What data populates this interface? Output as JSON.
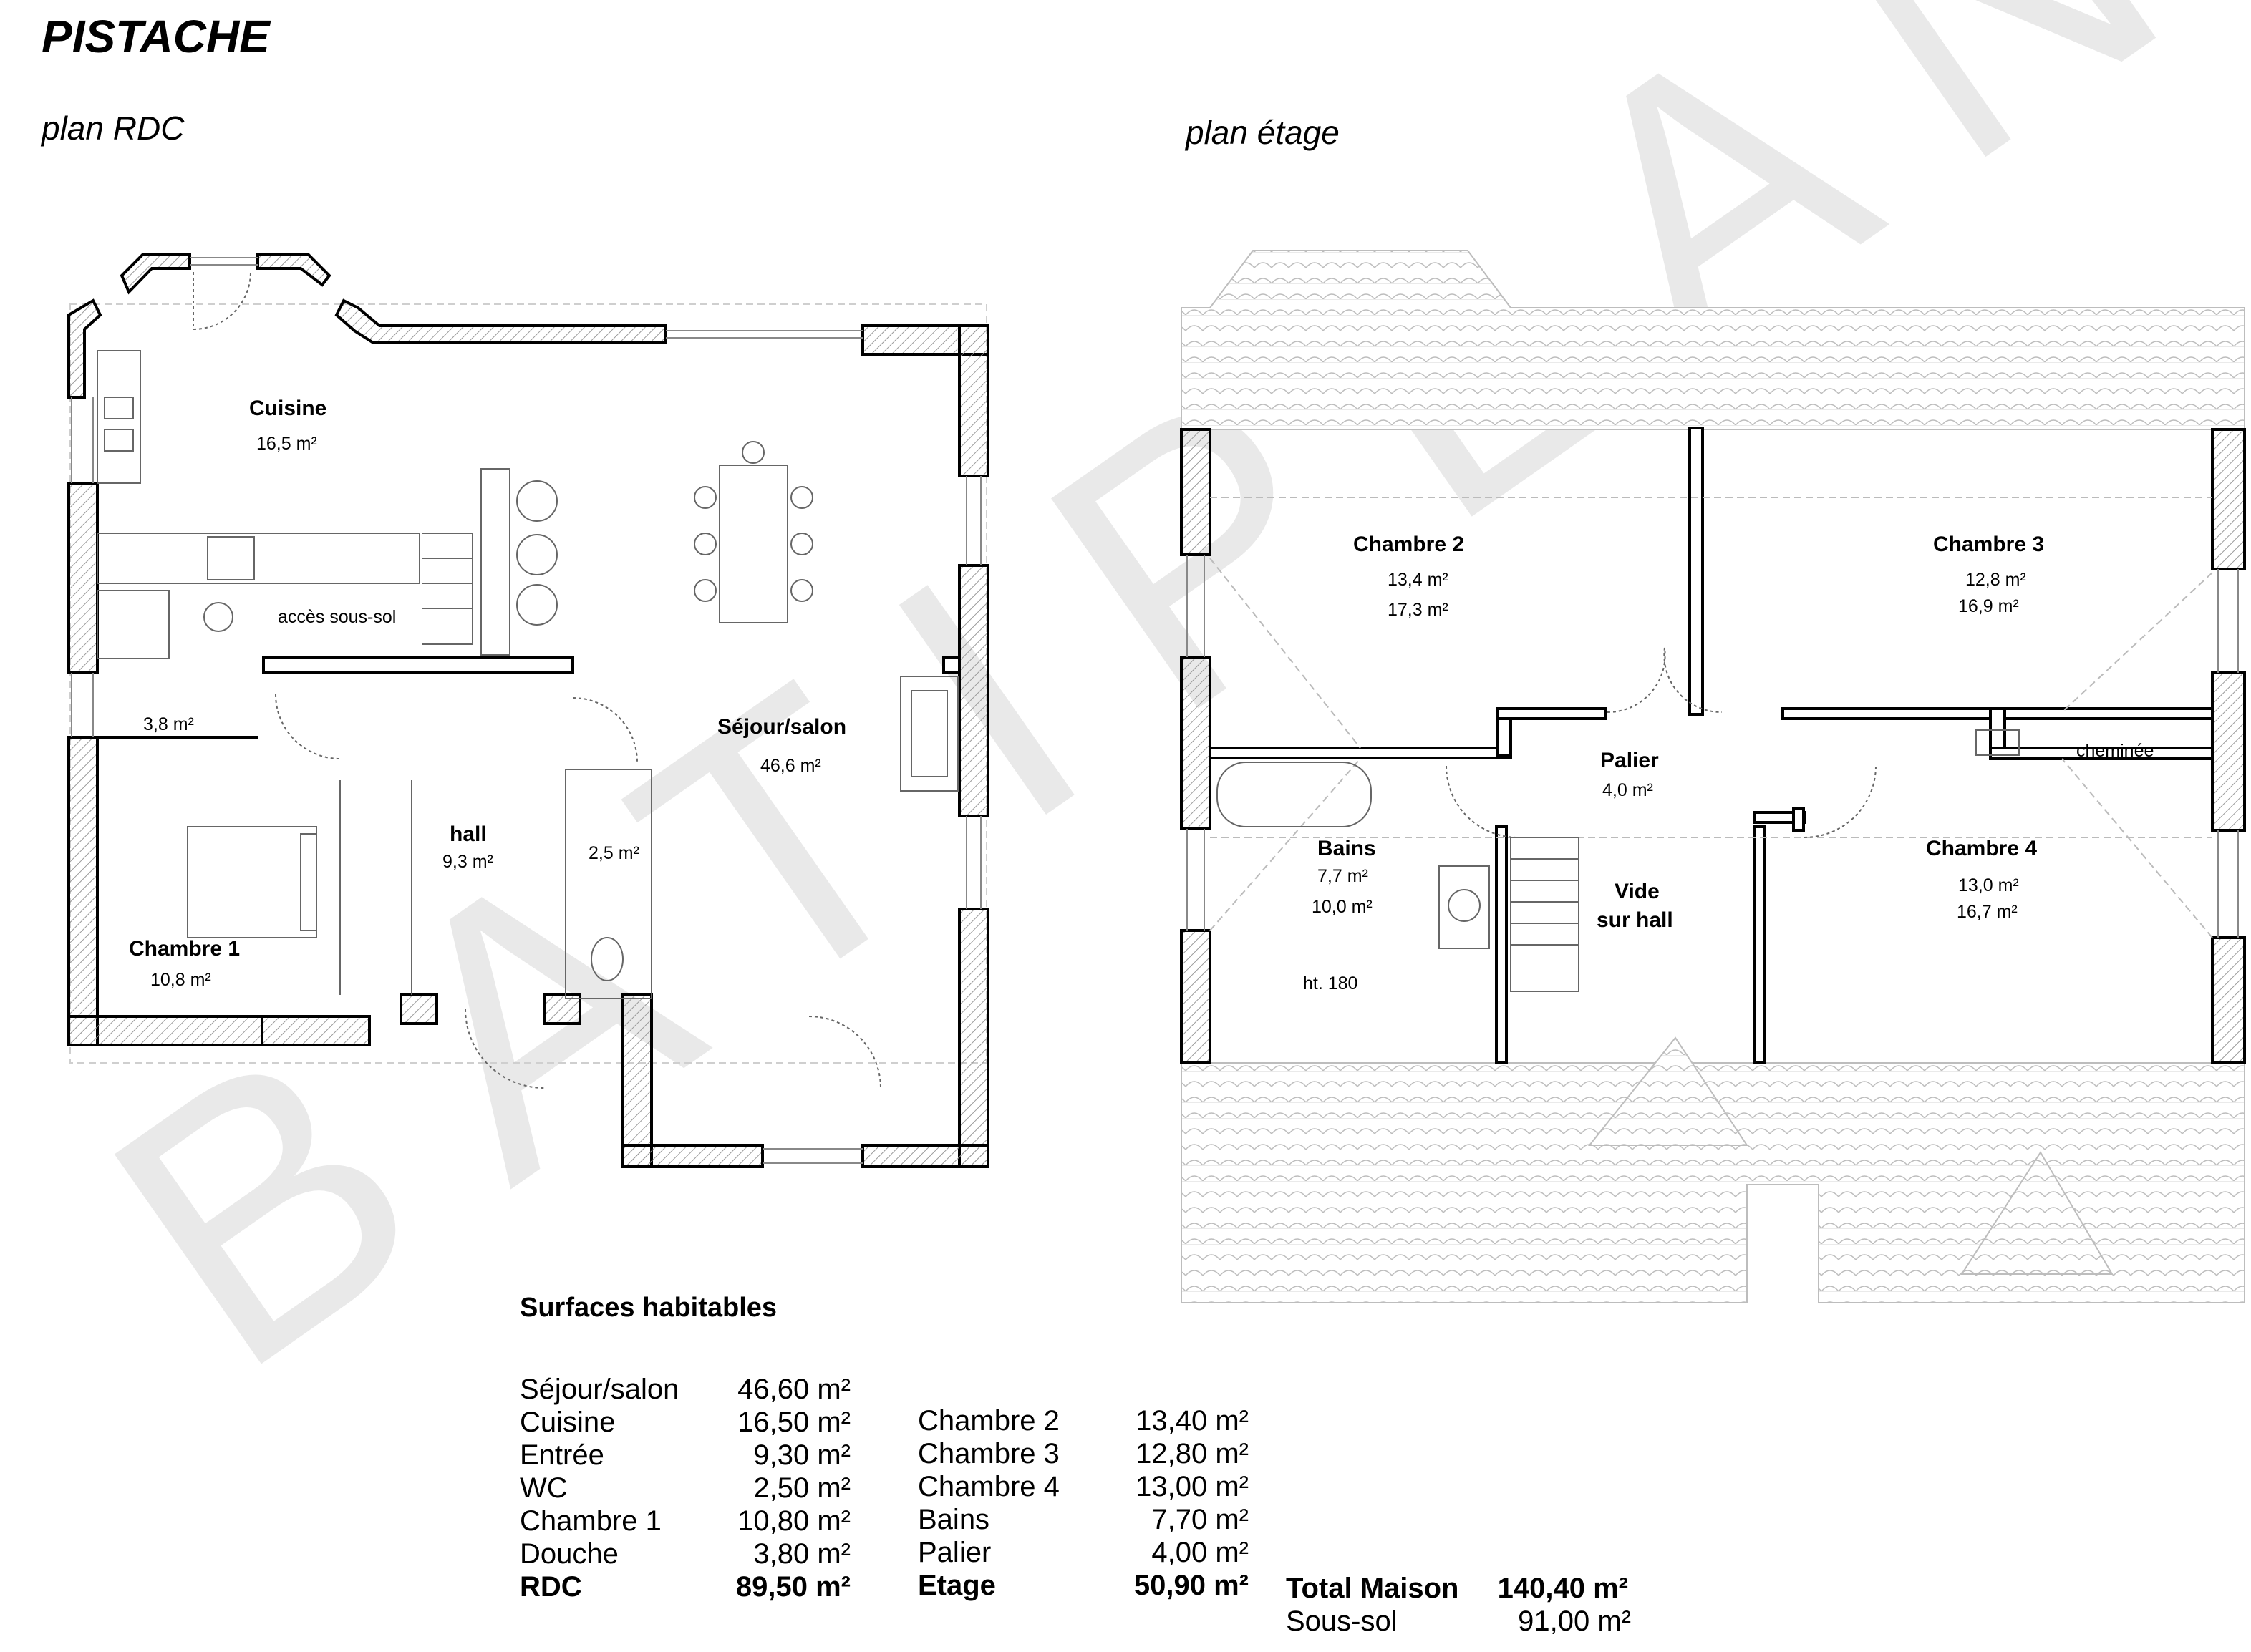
{
  "title": "PISTACHE",
  "plans": {
    "rdc_label": "plan RDC",
    "etage_label": "plan étage"
  },
  "watermark": "BATIPLAN",
  "rdc_rooms": {
    "cuisine": {
      "name": "Cuisine",
      "area": "16,5 m²"
    },
    "acces": {
      "name": "accès sous-sol"
    },
    "douche": {
      "area": "3,8 m²"
    },
    "sejour": {
      "name": "Séjour/salon",
      "area": "46,6 m²"
    },
    "hall": {
      "name": "hall",
      "area": "9,3 m²"
    },
    "wc": {
      "area": "2,5 m²"
    },
    "chambre1": {
      "name": "Chambre 1",
      "area": "10,8 m²"
    }
  },
  "etage_rooms": {
    "chambre2": {
      "name": "Chambre 2",
      "area": "13,4 m²",
      "area2": "17,3 m²"
    },
    "chambre3": {
      "name": "Chambre 3",
      "area": "12,8 m²",
      "area2": "16,9 m²"
    },
    "palier": {
      "name": "Palier",
      "area": "4,0 m²"
    },
    "cheminee": {
      "name": "cheminée"
    },
    "bains": {
      "name": "Bains",
      "area": "7,7 m²",
      "area2": "10,0 m²",
      "note": "ht. 180"
    },
    "vide": {
      "name1": "Vide",
      "name2": "sur hall"
    },
    "chambre4": {
      "name": "Chambre 4",
      "area": "13,0 m²",
      "area2": "16,7 m²"
    }
  },
  "surfaces": {
    "heading": "Surfaces habitables",
    "rdc": [
      {
        "label": "Séjour/salon",
        "value": "46,60 m²"
      },
      {
        "label": "Cuisine",
        "value": "16,50 m²"
      },
      {
        "label": "Entrée",
        "value": "9,30 m²"
      },
      {
        "label": "WC",
        "value": "2,50 m²"
      },
      {
        "label": "Chambre 1",
        "value": "10,80 m²"
      },
      {
        "label": "Douche",
        "value": "3,80 m²"
      }
    ],
    "rdc_total": {
      "label": "RDC",
      "value": "89,50 m²"
    },
    "etage": [
      {
        "label": "Chambre 2",
        "value": "13,40 m²"
      },
      {
        "label": "Chambre 3",
        "value": "12,80 m²"
      },
      {
        "label": "Chambre 4",
        "value": "13,00 m²"
      },
      {
        "label": "Bains",
        "value": "7,70 m²"
      },
      {
        "label": "Palier",
        "value": "4,00 m²"
      }
    ],
    "etage_total": {
      "label": "Etage",
      "value": "50,90 m²"
    },
    "maison_total": {
      "label": "Total Maison",
      "value": "140,40 m²"
    },
    "soussol": {
      "label": "Sous-sol",
      "value": "91,00 m²"
    }
  }
}
